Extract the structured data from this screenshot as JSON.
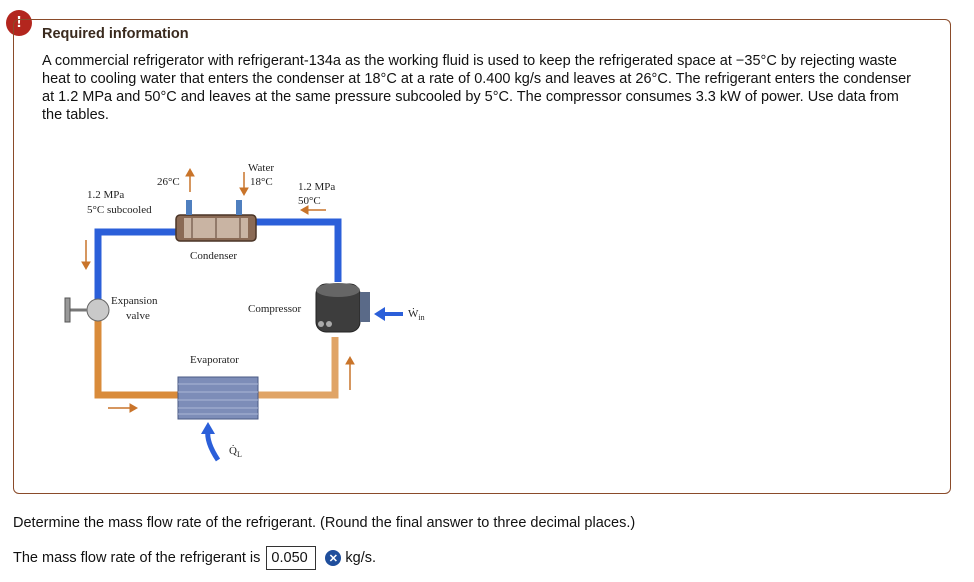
{
  "header": {
    "title": "Required information"
  },
  "problem": {
    "text": "A commercial refrigerator with refrigerant-134a as the working fluid is used to keep the refrigerated space at −35°C by rejecting waste heat to cooling water that enters the condenser at 18°C at a rate of 0.400 kg/s and leaves at 26°C. The refrigerant enters the condenser at 1.2 MPa and 50°C and leaves at the same pressure subcooled by 5°C. The compressor consumes 3.3 kW of power. Use data from the tables."
  },
  "diagram": {
    "water_label": "Water",
    "water_in_temp": "18°C",
    "water_out_temp": "26°C",
    "cond_out_pressure": "1.2 MPa",
    "cond_out_state": "5°C subcooled",
    "cond_in_pressure": "1.2 MPa",
    "cond_in_temp": "50°C",
    "condenser_label": "Condenser",
    "expansion_label_1": "Expansion",
    "expansion_label_2": "valve",
    "compressor_label": "Compressor",
    "evaporator_label": "Evaporator",
    "win_label": "Ẇ",
    "win_sub": "in",
    "ql_label": "Q̇",
    "ql_sub": "L"
  },
  "question": {
    "text": "Determine the mass flow rate of the refrigerant. (Round the final answer to three decimal places.)",
    "answer_prefix": "The mass flow rate of the refrigerant is",
    "answer_value": "0.050",
    "answer_unit": "kg/s."
  },
  "colors": {
    "alert": "#b3261e",
    "box_border": "#8a4b2a",
    "hot_pipe": "#2b5fd9",
    "cold_pipe": "#d98b3a",
    "incorrect": "#1f4e9c"
  },
  "icons": [
    "alert-icon",
    "incorrect-icon"
  ]
}
